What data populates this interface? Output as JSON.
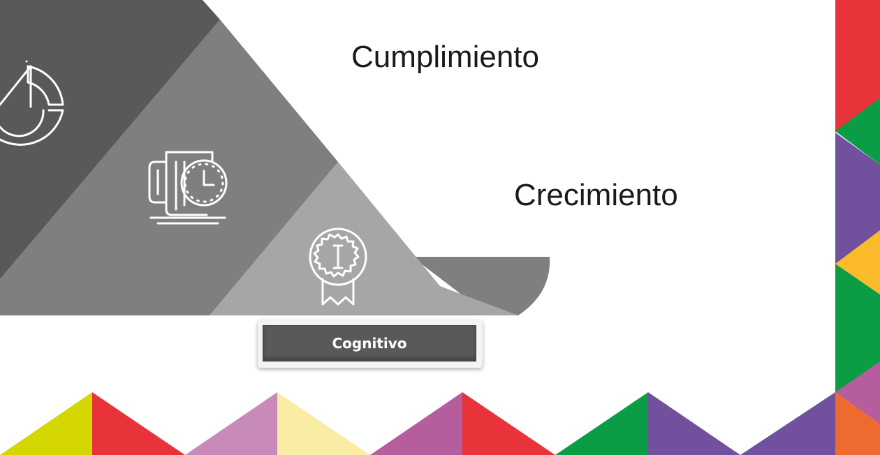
{
  "labels": {
    "cumplimiento": "Cumplimiento",
    "crecimiento": "Crecimiento",
    "cognitivo": "Cognitivo"
  },
  "icons": [
    "pie-chart-icon",
    "coffee-cup-clock-icon",
    "award-badge-icon"
  ],
  "colors": {
    "dark_gray": "#595959",
    "mid_gray": "#7f7f7f",
    "light_gray": "#a6a6a6",
    "red": "#e8333a",
    "green": "#0a9d45",
    "purple": "#71519e",
    "yellow": "#fbbb2a",
    "pink": "#b65d9e",
    "orange": "#ee6a2f",
    "lime": "#d4d800",
    "lilac": "#c88ab9",
    "pale_yellow": "#f9eda6"
  }
}
